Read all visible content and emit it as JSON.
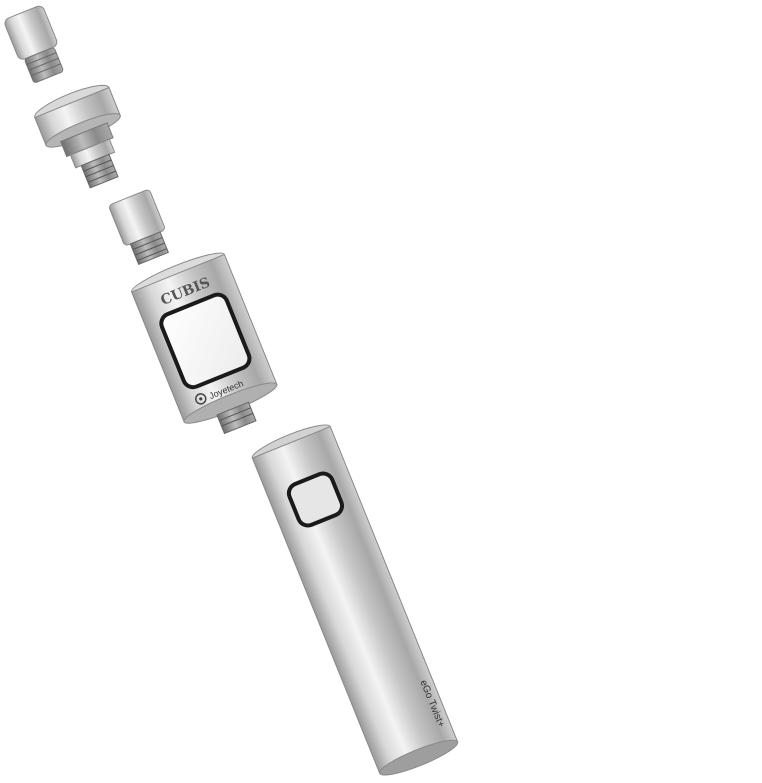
{
  "tank": {
    "model_label": "CUBIS",
    "brand_label": "Joyetech"
  },
  "battery": {
    "model_label": "eGo Twist+"
  },
  "icons": {
    "button": "fire-button-icon",
    "logo": "joyetech-logo-icon"
  },
  "colors": {
    "metal_light": "#f2f2f2",
    "metal_mid": "#c8c8c8",
    "metal_dark": "#8e8e8e",
    "glass": "#f7f7f7",
    "outline": "#1a1a1a"
  }
}
